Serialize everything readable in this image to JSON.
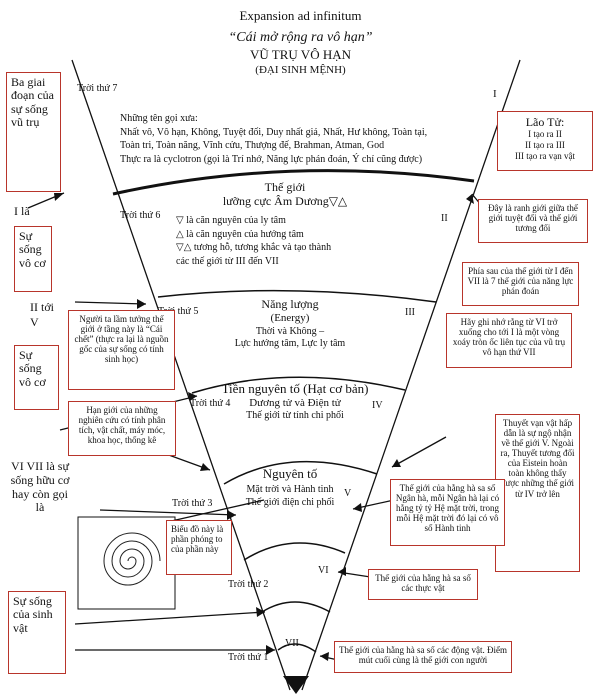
{
  "header": {
    "title_en": "Expansion ad infinitum",
    "title_vi": "“Cái mở rộng ra vô hạn”",
    "subtitle": "VŨ TRỤ VÔ HẠN",
    "subtitle2": "(ĐẠI SINH MỆNH)"
  },
  "left_boxes": {
    "stages": "Ba giai đoạn của sự sống vũ trụ",
    "i_la": "I là",
    "inorganic_1": "Sự sống vô cơ",
    "ii_toi_v": "II tới V",
    "inorganic_2": "Sự sống vô cơ",
    "vi_vii": "VI VII là sự sống hữu cơ hay còn gọi là",
    "living": "Sự sống của sinh vật"
  },
  "heavens": {
    "h7": "Trời thứ 7",
    "h6": "Trời thứ 6",
    "h5": "Trời thứ 5",
    "h4": "Trời thứ 4",
    "h3": "Trời thứ 3",
    "h2": "Trời thứ 2",
    "h1": "Trời thứ 1"
  },
  "roman": {
    "I": "I",
    "II": "II",
    "III": "III",
    "IV": "IV",
    "V": "V",
    "VI": "VI",
    "VII": "VII"
  },
  "top_text": {
    "l1": "Những tên gọi xưa:",
    "l2": "Nhất vô, Vô hạn, Không, Tuyệt đối, Duy nhất giả, Nhất, Hư không, Toàn tại,",
    "l3": "Toàn tri, Toàn năng, Vĩnh cửu, Thượng đế, Brahman, Atman, God",
    "l4": "Thực ra là cyclotron (gọi là Trí nhớ, Năng lực phán đoán, Ý chí cũng được)"
  },
  "world2": {
    "title": "Thế giới",
    "sub": "lưỡng cực Âm Dương▽△",
    "l1": "▽ là căn nguyên của ly tâm",
    "l2": "△ là căn nguyên của hướng tâm",
    "l3": "▽△ tương hỗ, tương khắc và tạo thành",
    "l4": "các thế giới từ III đến VII"
  },
  "world3": {
    "l1": "Năng lượng",
    "l2": "(Energy)",
    "l3": "Thời và Không –",
    "l4": "Lực hướng tâm, Lực ly tâm"
  },
  "world4": {
    "l1": "Tiền nguyên tố (Hạt cơ bản)",
    "l2": "Dương tử và Điện tử",
    "l3": "Thế giới từ tính chi phối"
  },
  "world5": {
    "l1": "Nguyên tố",
    "l2": "Mặt trời và Hành tinh",
    "l3": "Thế giới điện chi phối"
  },
  "boxes": {
    "laotu_title": "Lão Tử:",
    "laotu_l1": "I tạo ra II",
    "laotu_l2": "II tạo ra III",
    "laotu_l3": "III tạo ra vạn vật",
    "boundary": "Đây là ranh giới giữa thế giới tuyệt đối và thế giới tương đối",
    "below": "Phía sau của thế giới từ I đến VII là 7 thế giới của năng lực phán đoán",
    "remember": "Hãy ghi nhớ rằng từ VI trở xuống cho tới I là một vòng xoáy tròn ốc liên tục của vũ trụ vô hạn thứ VII",
    "deadworld": "Người ta lầm tưởng thế giới ở tầng này là “Cái chết” (thực ra lại là nguồn gốc của sự sống có tính sinh học)",
    "science": "Hạn giới của những nghiên cứu có tính phân tích, vật chất, máy móc, khoa học, thống kê",
    "theory": "Thuyết vạn vật hấp dẫn là sự ngộ nhận về thế giới V. Ngoài ra, Thuyết tương đối của Eistein hoàn toàn không thấy được những thế giới từ IV trở lên",
    "galaxy": "Thế giới của hằng hà sa số Ngân hà, mỗi Ngân hà lại có hằng tỷ tỷ Hệ mặt trời, trong mỗi Hệ mặt trời đó lại có vô số Hành tinh",
    "diagram": "Biểu đồ này là phần phóng to của phần này",
    "plants": "Thế giới của hằng hà sa số các thực vật",
    "animals": "Thế giới của hằng hà sa số các động vật. Điểm mút cuối cùng là thế giới con người"
  }
}
